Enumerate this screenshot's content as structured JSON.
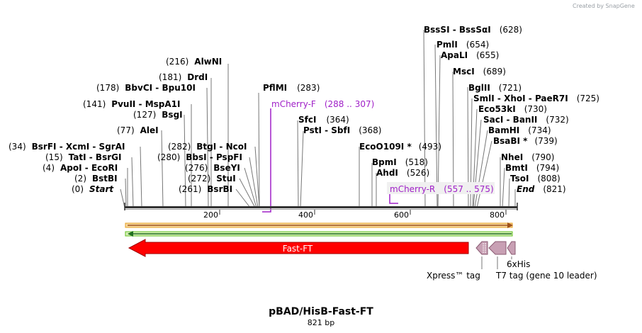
{
  "credit": "Created by SnapGene",
  "title": "pBAD/HisB-Fast-FT",
  "subtitle": "821 bp",
  "ruler": {
    "ticks": [
      "200",
      "400",
      "600",
      "800"
    ]
  },
  "features": {
    "fast_ft": "Fast-FT",
    "xpress": "Xpress™ tag",
    "sixhis": "6xHis",
    "t7": "T7 tag (gene 10 leader)"
  },
  "primers": [
    {
      "name": "mCherry-F",
      "range": "(288 .. 307)"
    },
    {
      "name": "mCherry-R",
      "range": "(557 .. 575)"
    }
  ],
  "sites_left": [
    {
      "pos": "(216)",
      "name": "AlwNI"
    },
    {
      "pos": "(181)",
      "name": "DrdI"
    },
    {
      "pos": "(178)",
      "name": "BbvCI",
      "sep": " - ",
      "name2": "Bpu10I"
    },
    {
      "pos": "(141)",
      "name": "PvuII",
      "sep": " - ",
      "name2": "MspA1I"
    },
    {
      "pos": "(127)",
      "name": "BsgI"
    },
    {
      "pos": "(77)",
      "name": "AleI"
    },
    {
      "pos": "(34)",
      "name": "BsrFI",
      "sep": " - ",
      "name2": "XcmI",
      "sep2": " - ",
      "name3": "SgrAI"
    },
    {
      "pos": "(15)",
      "name": "TatI",
      "sep": " - ",
      "name2": "BsrGI"
    },
    {
      "pos": "(4)",
      "name": "ApoI",
      "sep": " - ",
      "name2": "EcoRI"
    },
    {
      "pos": "(2)",
      "name": "BstBI"
    },
    {
      "pos": "(0)",
      "name": "Start"
    }
  ],
  "sites_mid": [
    {
      "pos": "(282)",
      "name": "BtgI",
      "sep": " - ",
      "name2": "NcoI"
    },
    {
      "pos": "(280)",
      "name": "BbsI",
      "sep": " - ",
      "name2": "PspFI"
    },
    {
      "pos": "(276)",
      "name": "BseYI"
    },
    {
      "pos": "(272)",
      "name": "StuI"
    },
    {
      "pos": "(261)",
      "name": "BsrBI"
    },
    {
      "pos": "(283)",
      "name": "PflMI"
    }
  ],
  "sites_center": [
    {
      "name": "SfcI",
      "pos": "(364)"
    },
    {
      "name": "PstI",
      "sep": " - ",
      "name2": "SbfI",
      "pos": "(368)"
    },
    {
      "name": "EcoO109I *",
      "pos": "(493)"
    },
    {
      "name": "BpmI",
      "pos": "(518)"
    },
    {
      "name": "AhdI",
      "pos": "(526)"
    }
  ],
  "sites_right": [
    {
      "name": "BssSI",
      "sep": " - ",
      "name2": "BssSαI",
      "pos": "(628)"
    },
    {
      "name": "PmlI",
      "pos": "(654)"
    },
    {
      "name": "ApaLI",
      "pos": "(655)"
    },
    {
      "name": "MscI",
      "pos": "(689)"
    },
    {
      "name": "BglII",
      "pos": "(721)"
    },
    {
      "name": "SmlI",
      "sep": " - ",
      "name2": "XhoI",
      "sep2": " - ",
      "name3": "PaeR7I",
      "pos": "(725)"
    },
    {
      "name": "Eco53kI",
      "pos": "(730)"
    },
    {
      "name": "SacI",
      "sep": " - ",
      "name2": "BanII",
      "pos": "(732)"
    },
    {
      "name": "BamHI",
      "pos": "(734)"
    },
    {
      "name": "BsaBI *",
      "pos": "(739)"
    },
    {
      "name": "NheI",
      "pos": "(790)"
    },
    {
      "name": "BmtI",
      "pos": "(794)"
    },
    {
      "name": "TsoI",
      "pos": "(808)"
    },
    {
      "name": "End",
      "pos": "(821)"
    }
  ],
  "colors": {
    "fast_ft": "#ff0000",
    "tags": "#c8a0b4",
    "primer": "#a020c8",
    "orange_track": "#e8a020",
    "green_track": "#60c020"
  }
}
